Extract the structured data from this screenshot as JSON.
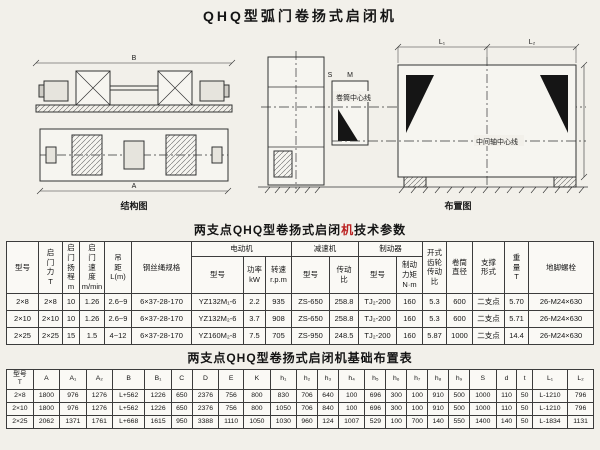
{
  "page": {
    "title": "QHQ型弧门卷扬式启闭机"
  },
  "drawings": {
    "caption_left": "结构图",
    "caption_right": "布置图",
    "label_drum_centerline": "卷筒中心线",
    "label_mid_shaft_centerline": "中间轴中心线",
    "dim_l1": "L₁",
    "dim_l2": "L₂",
    "dim_b": "B",
    "dim_a": "A",
    "dim_m": "M",
    "dim_s": "S"
  },
  "section1": {
    "title_prefix": "两支点QHQ型卷扬式启闭",
    "title_red": "机",
    "title_suffix": "技术参数"
  },
  "table1": {
    "h": {
      "model": "型号",
      "force": "启\n门\n力\nT",
      "lift": "启\n门\n扬\n程\nm",
      "speed": "启\n门\n速\n度\nm/min",
      "distance": "吊\n距\nL(m)",
      "rope": "钢丝绳规格",
      "motor": "电动机",
      "motor_model": "型号",
      "motor_power": "功率\nkW",
      "motor_speed": "转速\nr.p.m",
      "reducer": "减速机",
      "reducer_model": "型号",
      "reducer_ratio": "传动\n比",
      "brake": "制动器",
      "brake_model": "型号",
      "brake_torque": "制动\n力矩\nN·m",
      "gear_ratio": "开式\n齿轮\n传动\n比",
      "drum_dia": "卷筒\n直径",
      "support": "支撑\n形式",
      "weight": "重\n量\nT",
      "bolts": "地脚螺栓"
    },
    "rows": [
      [
        "2×8",
        "2×8",
        "10",
        "1.26",
        "2.6~9",
        "6×37-28-170",
        "YZ132M₁-6",
        "2.2",
        "935",
        "ZS-650",
        "258.8",
        "TJ₂-200",
        "160",
        "5.3",
        "600",
        "二支点",
        "5.70",
        "26-M24×630"
      ],
      [
        "2×10",
        "2×10",
        "10",
        "1.26",
        "2.6~9",
        "6×37-28-170",
        "YZ132M₂-6",
        "3.7",
        "908",
        "ZS-650",
        "258.8",
        "TJ₂-200",
        "160",
        "5.3",
        "600",
        "二支点",
        "5.71",
        "26-M24×630"
      ],
      [
        "2×25",
        "2×25",
        "15",
        "1.5",
        "4~12",
        "6×37-28-170",
        "YZ160M₂-8",
        "7.5",
        "705",
        "ZS-950",
        "248.5",
        "TJ₂-200",
        "160",
        "5.87",
        "1000",
        "二支点",
        "14.4",
        "26-M24×630"
      ]
    ]
  },
  "section2": {
    "title": "两支点QHQ型卷扬式启闭机基础布置表"
  },
  "table2": {
    "headers": [
      "型号\nT",
      "A",
      "A₁",
      "A₂",
      "B",
      "B₁",
      "C",
      "D",
      "E",
      "K",
      "h₁",
      "h₂",
      "h₃",
      "h₄",
      "h₅",
      "h₆",
      "h₇",
      "h₈",
      "h₉",
      "S",
      "d",
      "t",
      "L₁",
      "L₂"
    ],
    "rows": [
      [
        "2×8",
        "1800",
        "976",
        "1276",
        "L+562",
        "1226",
        "650",
        "2376",
        "756",
        "800",
        "830",
        "706",
        "640",
        "100",
        "696",
        "300",
        "100",
        "910",
        "500",
        "1000",
        "110",
        "50",
        "L-1210",
        "796"
      ],
      [
        "2×10",
        "1800",
        "976",
        "1276",
        "L+562",
        "1226",
        "650",
        "2376",
        "756",
        "800",
        "1050",
        "706",
        "840",
        "100",
        "696",
        "300",
        "100",
        "910",
        "500",
        "1000",
        "110",
        "50",
        "L-1210",
        "796"
      ],
      [
        "2×25",
        "2062",
        "1371",
        "1761",
        "L+668",
        "1615",
        "950",
        "3388",
        "1110",
        "1050",
        "1030",
        "960",
        "124",
        "1007",
        "529",
        "100",
        "700",
        "140",
        "550",
        "1400",
        "140",
        "50",
        "L-1834",
        "1131"
      ]
    ]
  }
}
